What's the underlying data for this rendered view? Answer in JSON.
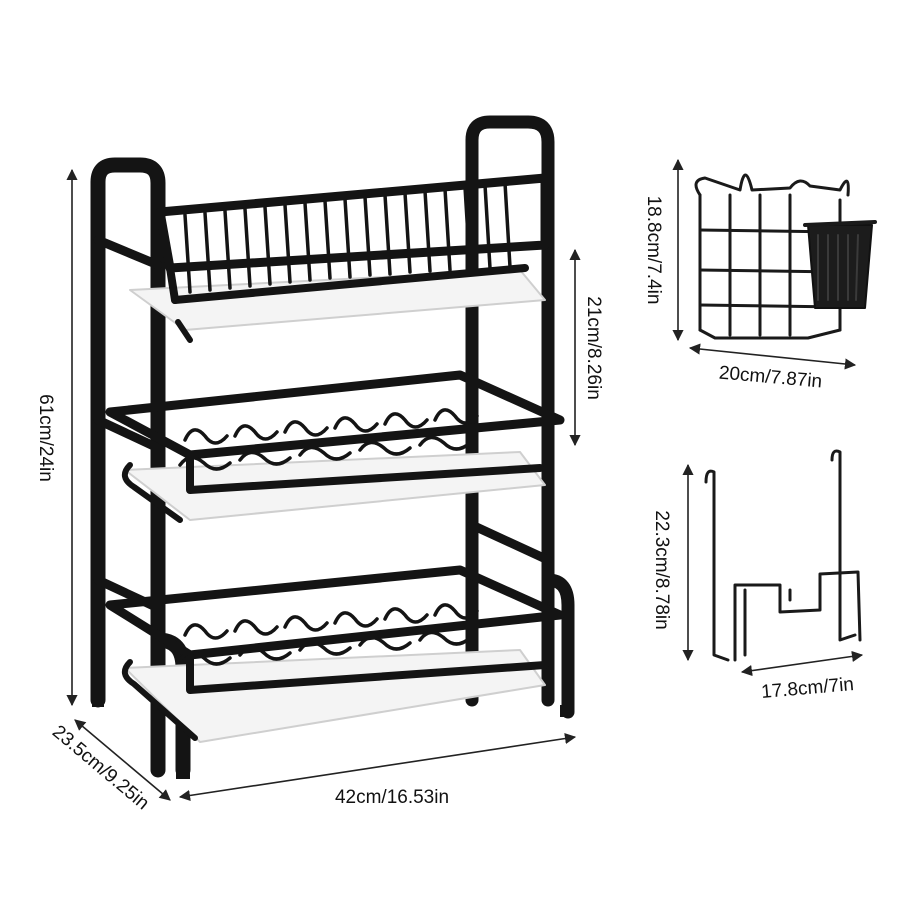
{
  "dimensions": {
    "height": "61cm/24in",
    "depth": "23.5cm/9.25in",
    "width": "42cm/16.53in",
    "tier_spacing": "21cm/8.26in",
    "utensil_holder_height": "18.8cm/7.4in",
    "utensil_holder_width": "20cm/7.87in",
    "board_holder_height": "22.3cm/8.78in",
    "board_holder_width": "17.8cm/7in"
  },
  "colors": {
    "rack": "#141414",
    "tray": "#f4f4f4",
    "dimension_line": "#222222"
  },
  "icons": {
    "main": "three-tier-dish-rack",
    "utensil": "utensil-holder",
    "board": "cutting-board-holder"
  }
}
